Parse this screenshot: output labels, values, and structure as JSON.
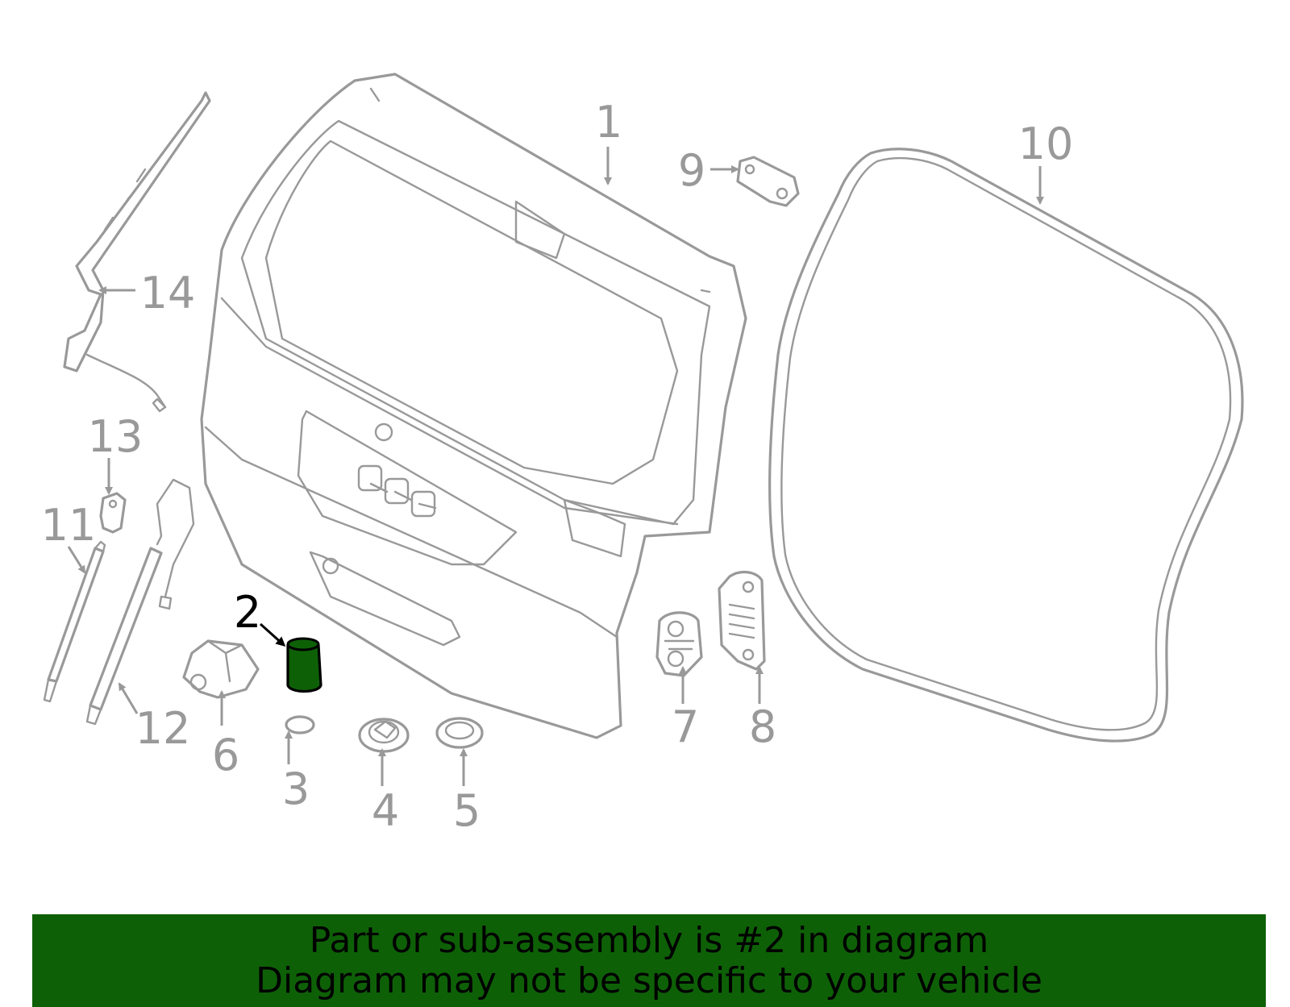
{
  "diagram": {
    "callouts": [
      {
        "id": "1",
        "label": "1"
      },
      {
        "id": "2",
        "label": "2"
      },
      {
        "id": "3",
        "label": "3"
      },
      {
        "id": "4",
        "label": "4"
      },
      {
        "id": "5",
        "label": "5"
      },
      {
        "id": "6",
        "label": "6"
      },
      {
        "id": "7",
        "label": "7"
      },
      {
        "id": "8",
        "label": "8"
      },
      {
        "id": "9",
        "label": "9"
      },
      {
        "id": "10",
        "label": "10"
      },
      {
        "id": "11",
        "label": "11"
      },
      {
        "id": "12",
        "label": "12"
      },
      {
        "id": "13",
        "label": "13"
      },
      {
        "id": "14",
        "label": "14"
      }
    ],
    "selected_part": "2",
    "colors": {
      "outline": "#999999",
      "highlight": "#0e6007",
      "banner_bg": "#0e6007",
      "selected_label": "#000000"
    }
  },
  "banner": {
    "line1": "Part or sub-assembly is #2 in diagram",
    "line2": "Diagram may not be specific to your vehicle"
  }
}
